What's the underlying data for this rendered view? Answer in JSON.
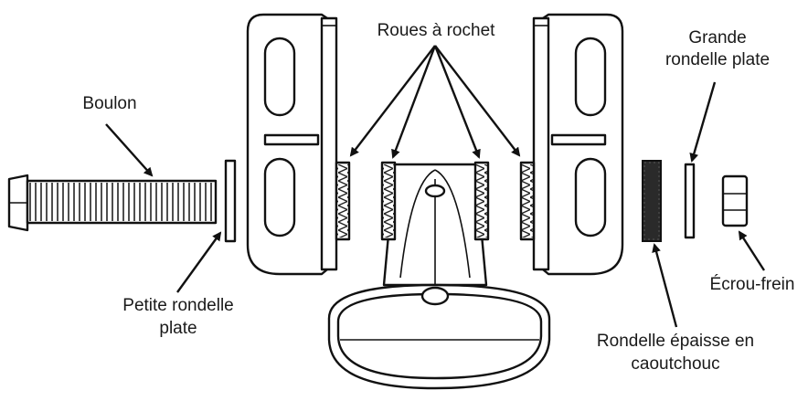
{
  "labels": {
    "ratchets": "Roues à rochet",
    "large_washer_line1": "Grande",
    "large_washer_line2": "rondelle plate",
    "bolt": "Boulon",
    "small_washer_line1": "Petite rondelle",
    "small_washer_line2": "plate",
    "lock_nut": "Écrou-frein",
    "rubber_washer_line1": "Rondelle épaisse en",
    "rubber_washer_line2": "caoutchouc"
  },
  "colors": {
    "ink": "#111111",
    "rubber": "#2a2a2a"
  }
}
